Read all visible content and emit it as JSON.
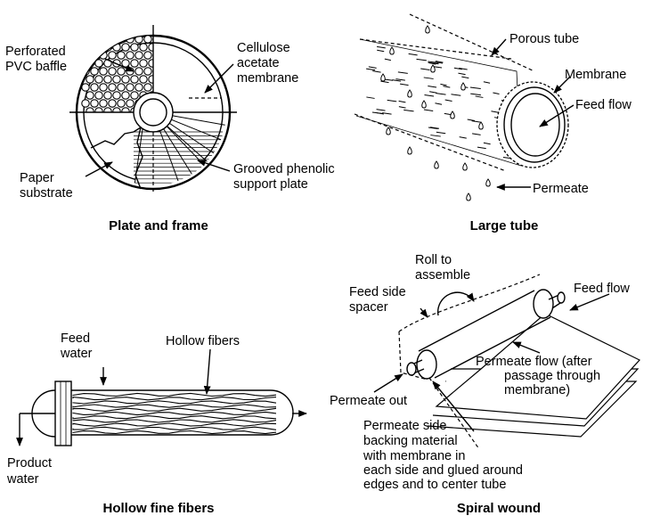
{
  "panels": {
    "plate_frame": {
      "caption": "Plate and frame",
      "labels": {
        "baffle_l1": "Perforated",
        "baffle_l2": "PVC baffle",
        "membrane_l1": "Cellulose",
        "membrane_l2": "acetate",
        "membrane_l3": "membrane",
        "paper_l1": "Paper",
        "paper_l2": "substrate",
        "plate_l1": "Grooved phenolic",
        "plate_l2": "support plate"
      }
    },
    "large_tube": {
      "caption": "Large tube",
      "labels": {
        "porous": "Porous tube",
        "membrane": "Membrane",
        "feed": "Feed flow",
        "permeate": "Permeate"
      }
    },
    "hollow_fibers": {
      "caption": "Hollow fine fibers",
      "labels": {
        "feed_l1": "Feed",
        "feed_l2": "water",
        "fibers": "Hollow fibers",
        "product_l1": "Product",
        "product_l2": "water"
      }
    },
    "spiral": {
      "caption": "Spiral wound",
      "labels": {
        "roll_l1": "Roll to",
        "roll_l2": "assemble",
        "spacer_l1": "Feed side",
        "spacer_l2": "spacer",
        "feed": "Feed flow",
        "pflow_l1": "Permeate flow (after",
        "pflow_l2": "passage through",
        "pflow_l3": "membrane)",
        "pout": "Permeate out",
        "backing_l1": "Permeate side",
        "backing_l2": "backing material",
        "backing_l3": "with membrane in",
        "backing_l4": "each side and glued around",
        "backing_l5": "edges and to center tube"
      }
    }
  }
}
